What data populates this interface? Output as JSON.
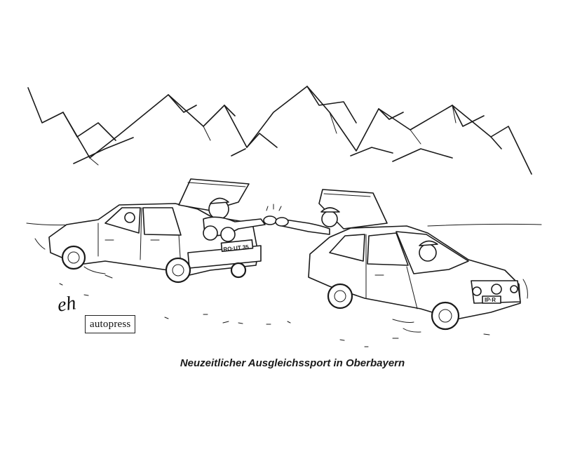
{
  "caption": "Neuzeitlicher Ausgleichssport in Oberbayern",
  "stamp": "autopress",
  "signature": "eh",
  "left_car": {
    "plate": "RO·UT 35"
  },
  "right_car": {
    "plate": "IP·R"
  }
}
